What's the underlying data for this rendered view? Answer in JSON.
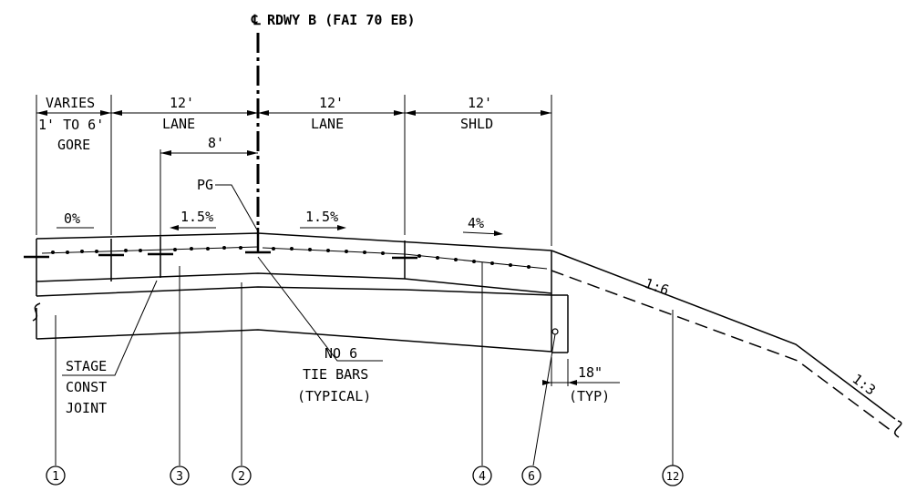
{
  "title": {
    "symbol": "℄",
    "text": "RDWY B (FAI 70 EB)"
  },
  "dimensions": {
    "gore": {
      "top": "VARIES",
      "mid": "1' TO 6'",
      "bottom": "GORE"
    },
    "lane_left": {
      "top": "12'",
      "bottom": "LANE"
    },
    "lane_right": {
      "top": "12'",
      "bottom": "LANE"
    },
    "shoulder": {
      "top": "12'",
      "bottom": "SHLD"
    },
    "offset": "8'",
    "edge_offset": {
      "top": "18\"",
      "bottom": "(TYP)"
    }
  },
  "slopes": {
    "gore": "0%",
    "lane_left": "1.5%",
    "lane_right": "1.5%",
    "shoulder": "4%",
    "foreslope": "1:6",
    "backslope": "1:3"
  },
  "labels": {
    "pg": "PG",
    "joint": [
      "STAGE",
      "CONST",
      "JOINT"
    ],
    "tie_bars": [
      "NO 6",
      "TIE BARS",
      "(TYPICAL)"
    ]
  },
  "callouts": [
    "1",
    "3",
    "2",
    "4",
    "6",
    "12"
  ]
}
